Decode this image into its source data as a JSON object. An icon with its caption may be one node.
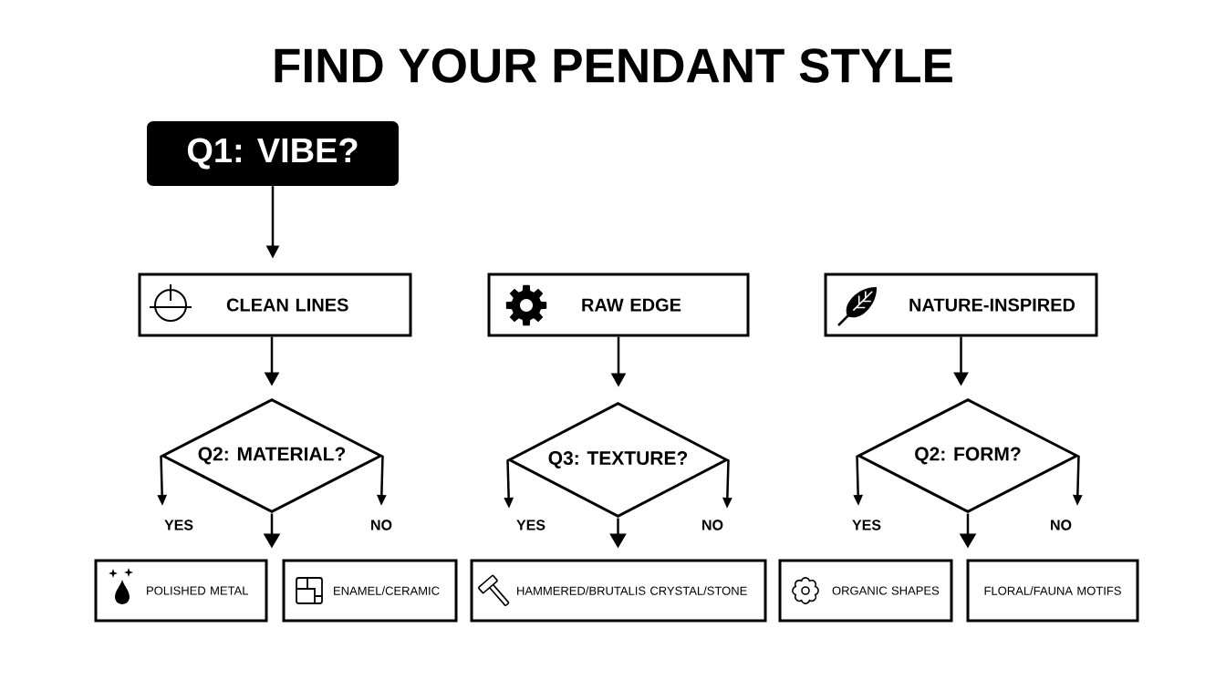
{
  "diagram": {
    "title": "FIND YOUR PENDANT STYLE",
    "nodes": [
      {
        "text": [
          "Q1: VIBE?"
        ]
      },
      {
        "text": [
          "CLEAN LINES"
        ]
      },
      {
        "text": [
          "RAW EDGE"
        ]
      },
      {
        "text": [
          "NATURE-INSPIRED"
        ]
      },
      {
        "text": [
          "Q2: MATERIAL?"
        ]
      },
      {
        "text": [
          "Q3: TEXTURE?"
        ]
      },
      {
        "text": [
          "Q2: FORM?"
        ]
      },
      {
        "text": [
          "POLISHED METAL"
        ]
      },
      {
        "text": [
          "ENAMEL/CERAMIC"
        ]
      },
      {
        "text": [
          "HAMMERED/BRUTALIS CRYSTAL/STONE"
        ]
      },
      {
        "text": [
          "ORGANIC SHAPES"
        ]
      },
      {
        "text": [
          "FLORAL/FAUNA MOTIFS"
        ]
      }
    ],
    "edges": [
      {
        "from": 0,
        "to": 1,
        "arrow": "to"
      },
      {
        "from": 1,
        "to": 4,
        "arrow": "to"
      },
      {
        "from": 2,
        "to": 5,
        "arrow": "to"
      },
      {
        "from": 3,
        "to": 6,
        "arrow": "to"
      },
      {
        "from": 4,
        "to": null,
        "arrow": "to",
        "label": "YES"
      },
      {
        "from": 4,
        "to": null,
        "arrow": "to",
        "label": "NO"
      },
      {
        "from": 4,
        "to": 7,
        "arrow": "to"
      },
      {
        "from": 5,
        "to": null,
        "arrow": "to",
        "label": "YES"
      },
      {
        "from": 5,
        "to": null,
        "arrow": "to",
        "label": "NO"
      },
      {
        "from": 5,
        "to": 9,
        "arrow": "to"
      },
      {
        "from": 6,
        "to": null,
        "arrow": "to",
        "label": "YES"
      },
      {
        "from": 6,
        "to": null,
        "arrow": "to",
        "label": "NO"
      },
      {
        "from": 6,
        "to": 11,
        "arrow": "to"
      }
    ]
  }
}
